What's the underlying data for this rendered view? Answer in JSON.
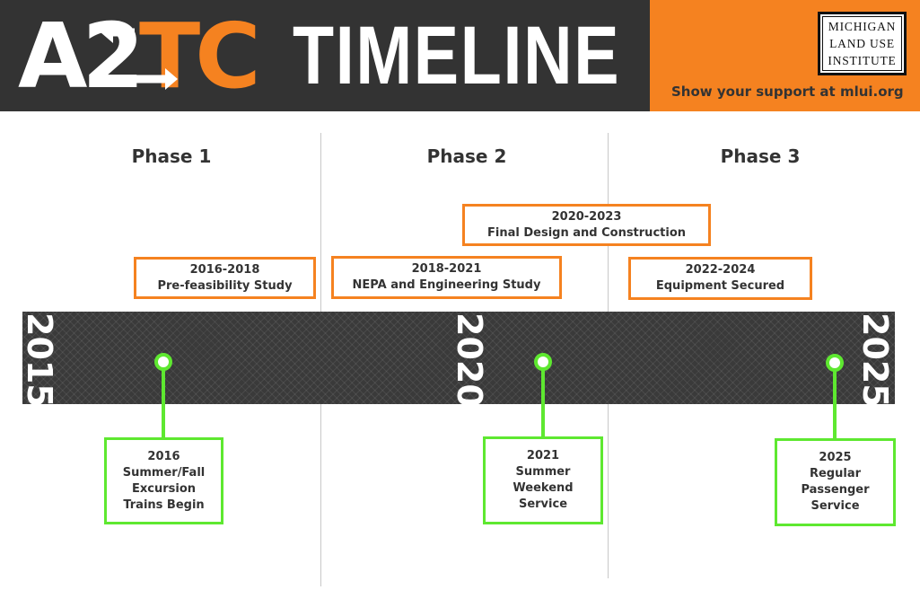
{
  "header": {
    "logo_a2": "A2",
    "logo_tc": "TC",
    "title": "TIMELINE",
    "org_lines": [
      "MICHIGAN",
      "LAND USE",
      "INSTITUTE"
    ],
    "support": "Show your support at mlui.org"
  },
  "colors": {
    "dark": "#333333",
    "orange": "#f58220",
    "green": "#5ee830"
  },
  "phases": [
    "Phase 1",
    "Phase 2",
    "Phase 3"
  ],
  "years": [
    "2015",
    "2020",
    "2025"
  ],
  "orange_items": [
    {
      "years": "2016-2018",
      "label": "Pre-feasibility Study"
    },
    {
      "years": "2018-2021",
      "label": "NEPA and Engineering Study"
    },
    {
      "years": "2020-2023",
      "label": "Final Design and Construction"
    },
    {
      "years": "2022-2024",
      "label": "Equipment Secured"
    }
  ],
  "milestones": [
    {
      "lines": [
        "2016",
        "Summer/Fall",
        "Excursion",
        "Trains Begin"
      ]
    },
    {
      "lines": [
        "2021",
        "Summer",
        "Weekend",
        "Service"
      ]
    },
    {
      "lines": [
        "2025",
        "Regular",
        "Passenger",
        "Service"
      ]
    }
  ]
}
